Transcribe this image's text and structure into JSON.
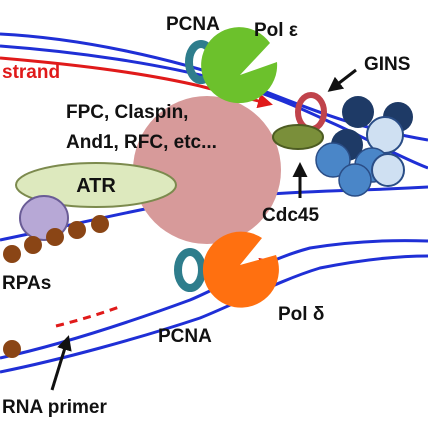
{
  "labels": {
    "pcna_top": "PCNA",
    "pol_epsilon": "Pol ε",
    "strand": "strand",
    "gins": "GINS",
    "fpc_line1": "FPC, Claspin,",
    "fpc_line2": "And1, RFC, etc...",
    "atr": "ATR",
    "cdc45": "Cdc45",
    "rpas": "RPAs",
    "pcna_bottom": "PCNA",
    "pol_delta": "Pol δ",
    "rna_primer": "RNA primer"
  },
  "colors": {
    "dna_blue": "#1f2fd6",
    "dna_red": "#e01a1a",
    "pcna_ring": "#2e7d8c",
    "pol_epsilon": "#6cc12c",
    "pol_delta": "#ff7010",
    "central_complex": "#d79a9a",
    "atr": "#dde9be",
    "atrip": "#b7a8d6",
    "rpa": "#8a4515",
    "cdc45": "#7a8f3a",
    "gins_ring": "#c0434b",
    "mcm_dark": "#1e3a66",
    "mcm_mid": "#4a86c8",
    "mcm_light": "#cfe0f2"
  }
}
